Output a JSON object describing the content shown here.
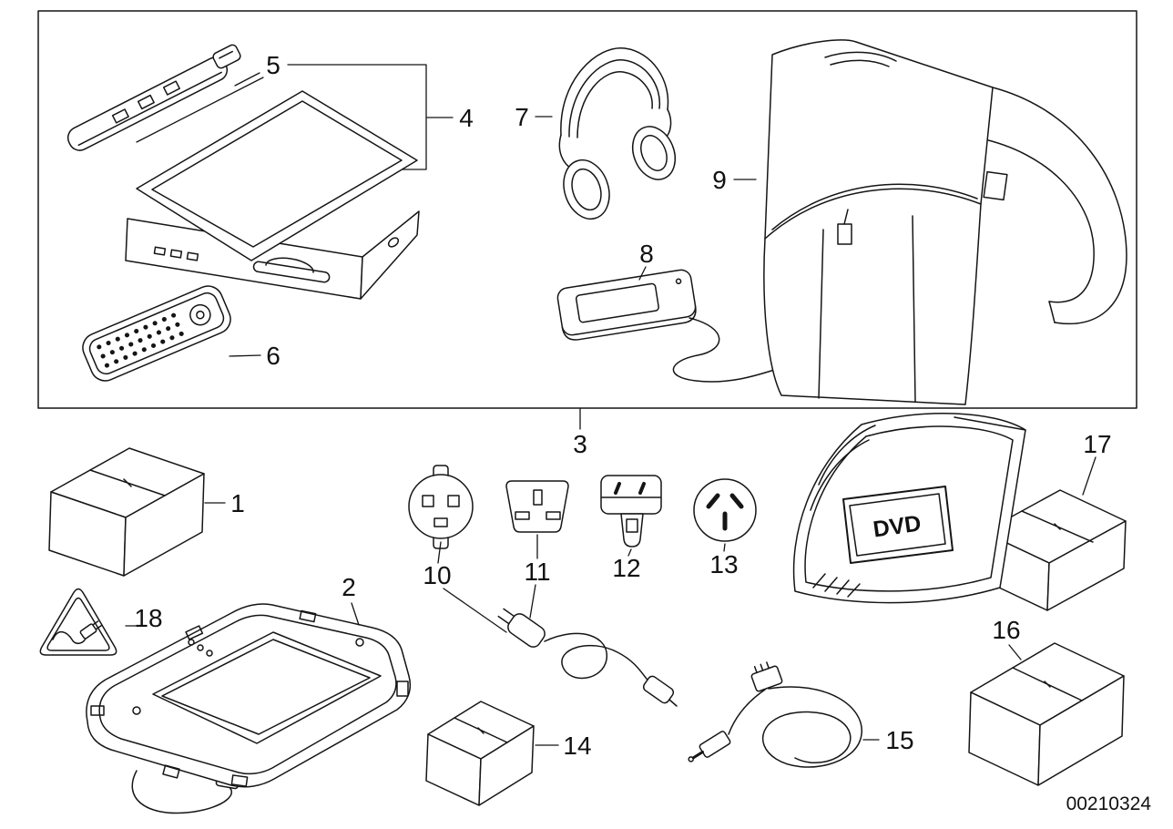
{
  "diagram": {
    "part_number": "00210324",
    "screen_text": "DVD",
    "labels": {
      "1": "1",
      "2": "2",
      "3": "3",
      "4": "4",
      "5": "5",
      "6": "6",
      "7": "7",
      "8": "8",
      "9": "9",
      "10": "10",
      "11": "11",
      "12": "12",
      "13": "13",
      "14": "14",
      "15": "15",
      "16": "16",
      "17": "17",
      "18": "18"
    }
  }
}
